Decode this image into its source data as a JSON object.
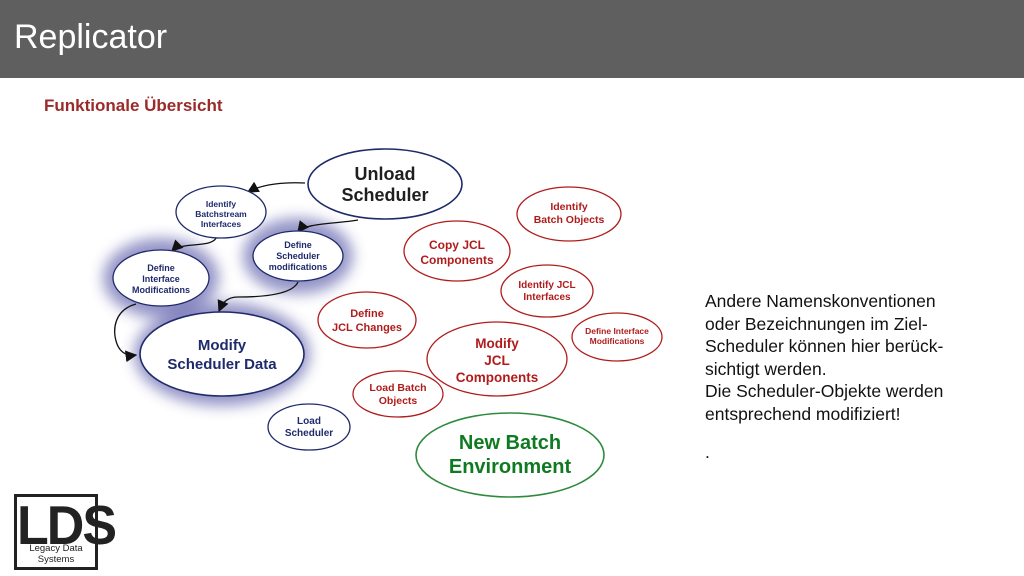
{
  "header": {
    "title": "Replicator",
    "subtitle": "Funktionale Übersicht"
  },
  "nodes": {
    "unload_scheduler": [
      "Unload",
      "Scheduler"
    ],
    "identify_batchstream": [
      "Identify",
      "Batchstream",
      "Interfaces"
    ],
    "define_scheduler_mods": [
      "Define",
      "Scheduler",
      "modifications"
    ],
    "define_interface_mods_left": [
      "Define",
      "Interface",
      "Modifications"
    ],
    "modify_scheduler_data": [
      "Modify",
      "Scheduler Data"
    ],
    "load_scheduler": [
      "Load",
      "Scheduler"
    ],
    "identify_batch_objects": [
      "Identify",
      "Batch Objects"
    ],
    "copy_jcl": [
      "Copy JCL",
      "Components"
    ],
    "identify_jcl_interfaces": [
      "Identify JCL",
      "Interfaces"
    ],
    "define_jcl_changes": [
      "Define",
      "JCL Changes"
    ],
    "define_interface_mods_right": [
      "Define Interface",
      "Modifications"
    ],
    "modify_jcl": [
      "Modify",
      "JCL",
      "Components"
    ],
    "load_batch_objects": [
      "Load Batch",
      "Objects"
    ],
    "new_batch_env": [
      "New Batch",
      "Environment"
    ]
  },
  "side_text": {
    "paragraph": "Andere Namenskonventionen\noder Bezeichnungen im Ziel-\nScheduler können hier berück-\nsichtigt werden.\nDie Scheduler-Objekte werden\nentsprechend modifiziert!",
    "trailing": "."
  },
  "logo": {
    "big": "LDS",
    "small": "Legacy Data Systems"
  },
  "colors": {
    "title_bar": "#5f5f5f",
    "subtitle": "#9b2a2a",
    "red": "#b01c1c",
    "navy": "#1f2a6b",
    "glow": "#3c3d9a",
    "green": "#2e8b3e",
    "green_text": "#0f7a22"
  }
}
